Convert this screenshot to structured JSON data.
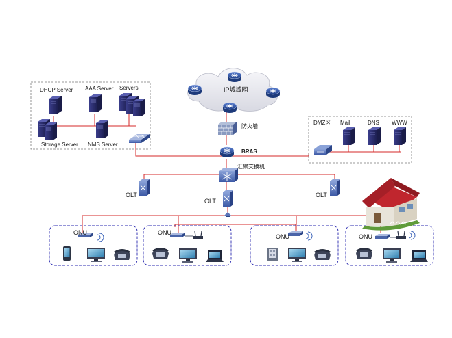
{
  "labels": {
    "dhcp_server": "DHCP Server",
    "aaa_server": "AAA Server",
    "servers": "Servers",
    "storage_server": "Storage Server",
    "nms_server": "NMS Server",
    "ip_metro_network": "IP城域网",
    "firewall": "防火墙",
    "bras": "BRAS",
    "aggregation_switch": "汇聚交换机",
    "dmz_zone": "DMZ区",
    "mail": "Mail",
    "dns": "DNS",
    "www": "WWW",
    "olt_left": "OLT",
    "olt_center": "OLT",
    "olt_right": "OLT",
    "onu_1": "ONU",
    "onu_2": "ONU",
    "onu_3": "ONU",
    "onu_4": "ONU"
  },
  "colors": {
    "link": "#d42a2a",
    "dashed_box": "#7a7a7a",
    "home_box": "#2b2bb0",
    "cloud": "#e9e9ee",
    "router_blue": "#2d4f9e",
    "server_dark": "#2b2d6e",
    "roof_red": "#c0262e"
  },
  "icons": {
    "router": "router-icon",
    "server": "server-tower-icon",
    "switch": "switch-icon",
    "firewall": "firewall-icon",
    "olt": "olt-icon",
    "onu": "onu-icon",
    "phone": "telephone-icon",
    "monitor": "monitor-icon",
    "laptop": "laptop-icon",
    "mobile": "mobile-phone-icon",
    "house": "house-icon"
  }
}
